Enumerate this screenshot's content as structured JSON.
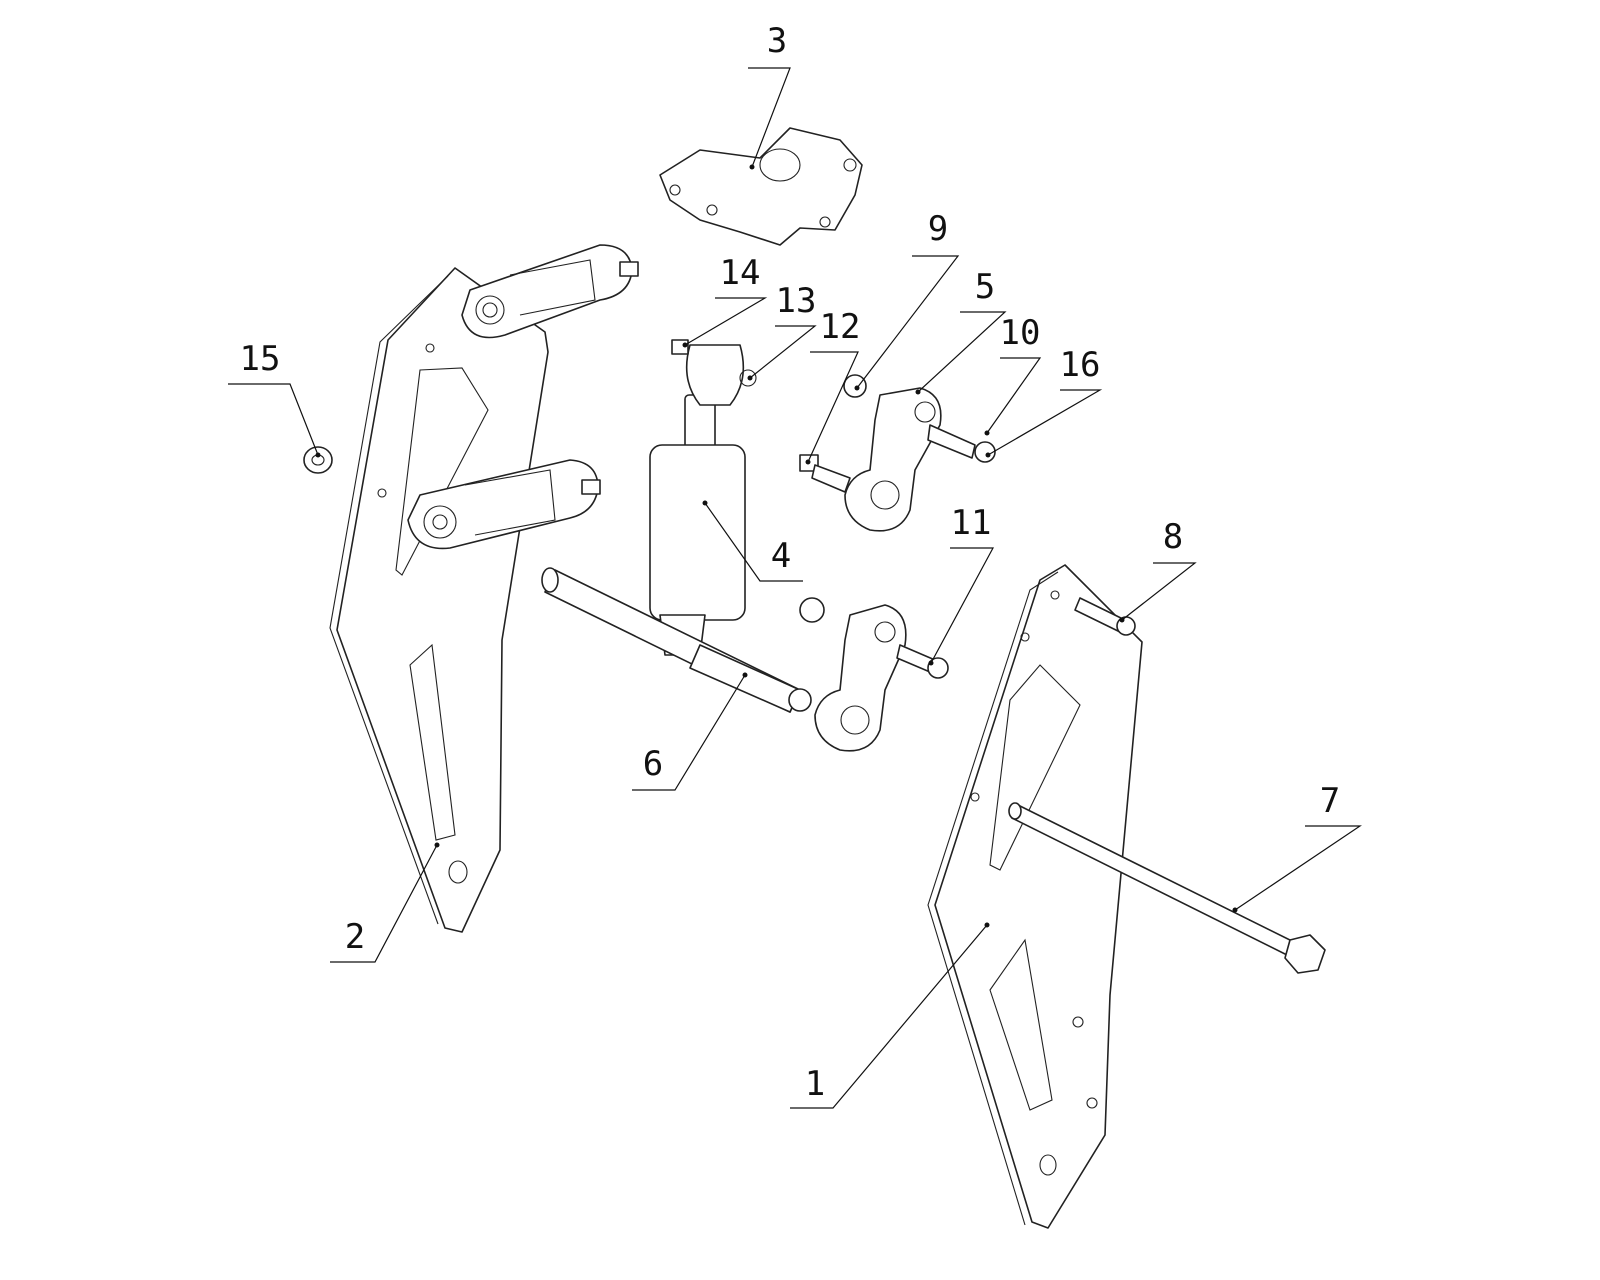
{
  "diagram": {
    "type": "exploded-assembly-view",
    "callouts": [
      "1",
      "2",
      "3",
      "4",
      "5",
      "6",
      "7",
      "8",
      "9",
      "10",
      "11",
      "12",
      "13",
      "14",
      "15",
      "16"
    ]
  }
}
